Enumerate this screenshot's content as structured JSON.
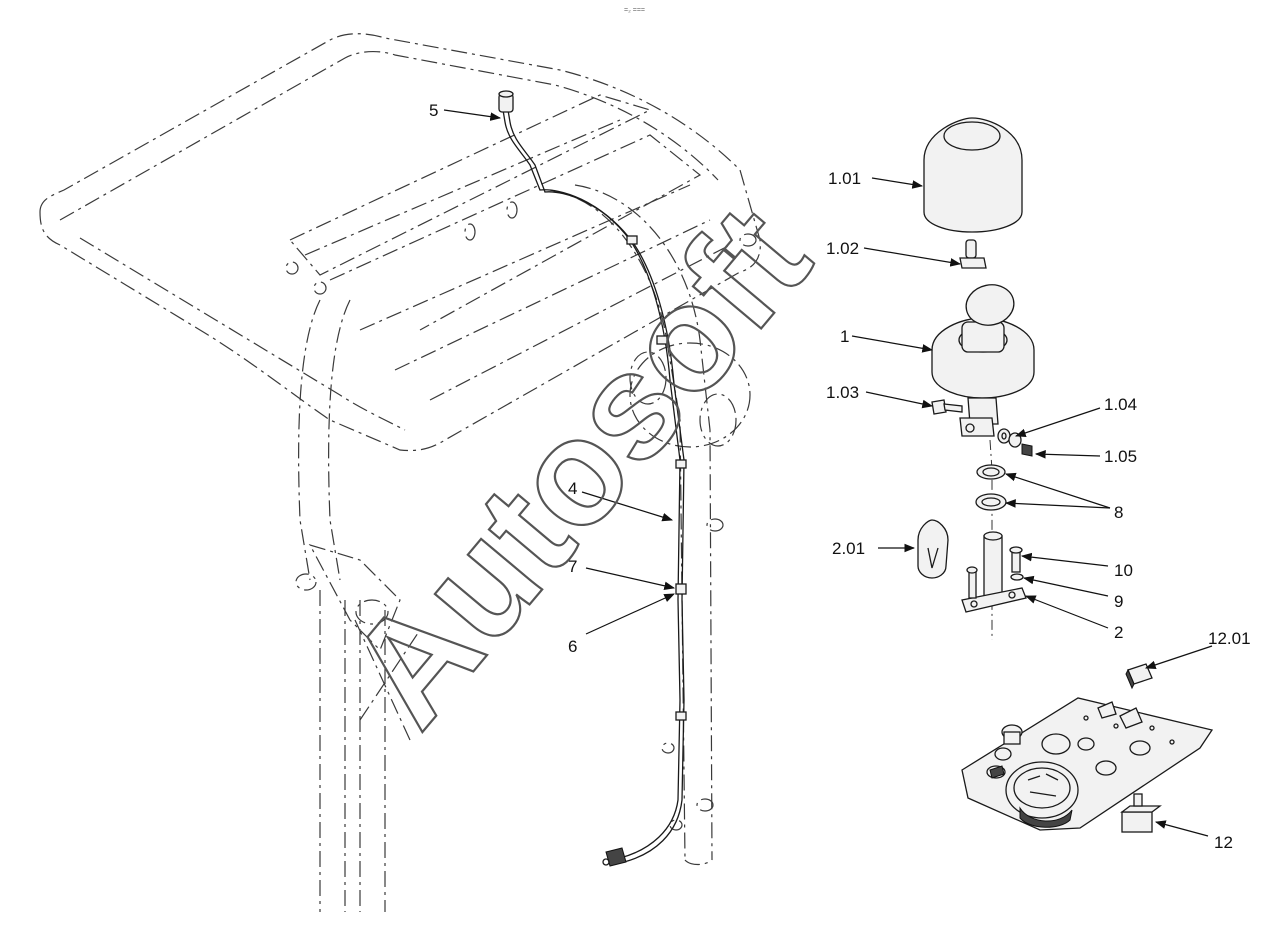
{
  "header_mark": "=₂ ===",
  "watermark": "Autosoft",
  "callouts": {
    "c5": "5",
    "c101": "1.01",
    "c102": "1.02",
    "c1": "1",
    "c103": "1.03",
    "c104": "1.04",
    "c105": "1.05",
    "c4": "4",
    "c8": "8",
    "c201": "2.01",
    "c10": "10",
    "c7": "7",
    "c9": "9",
    "c2": "2",
    "c6": "6",
    "c1201": "12.01",
    "c12": "12"
  },
  "colors": {
    "line": "#1a1a1a",
    "ghost": "#3a3a3a",
    "watermark": "#555555"
  }
}
